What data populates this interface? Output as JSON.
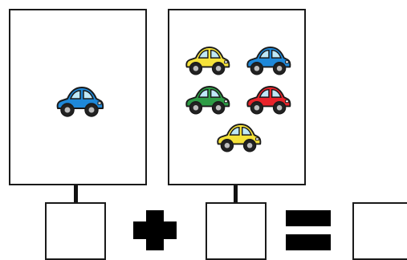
{
  "operation": "addition",
  "left_group": {
    "count": 1,
    "cars": [
      {
        "color": "#1e88d9",
        "icon": "car-icon"
      }
    ]
  },
  "right_group": {
    "count": 5,
    "cars": [
      {
        "color": "#f5e23a",
        "icon": "car-icon"
      },
      {
        "color": "#1e88d9",
        "icon": "car-icon"
      },
      {
        "color": "#2e9c45",
        "icon": "car-icon"
      },
      {
        "color": "#e8232a",
        "icon": "car-icon"
      },
      {
        "color": "#f5e23a",
        "icon": "car-icon"
      }
    ]
  },
  "answer_boxes": [
    "",
    "",
    ""
  ],
  "colors": {
    "stroke": "#1a1a1a",
    "symbol": "#000000",
    "window": "#bfe8f7",
    "tire": "#222222",
    "hub": "#bdbdbd"
  }
}
